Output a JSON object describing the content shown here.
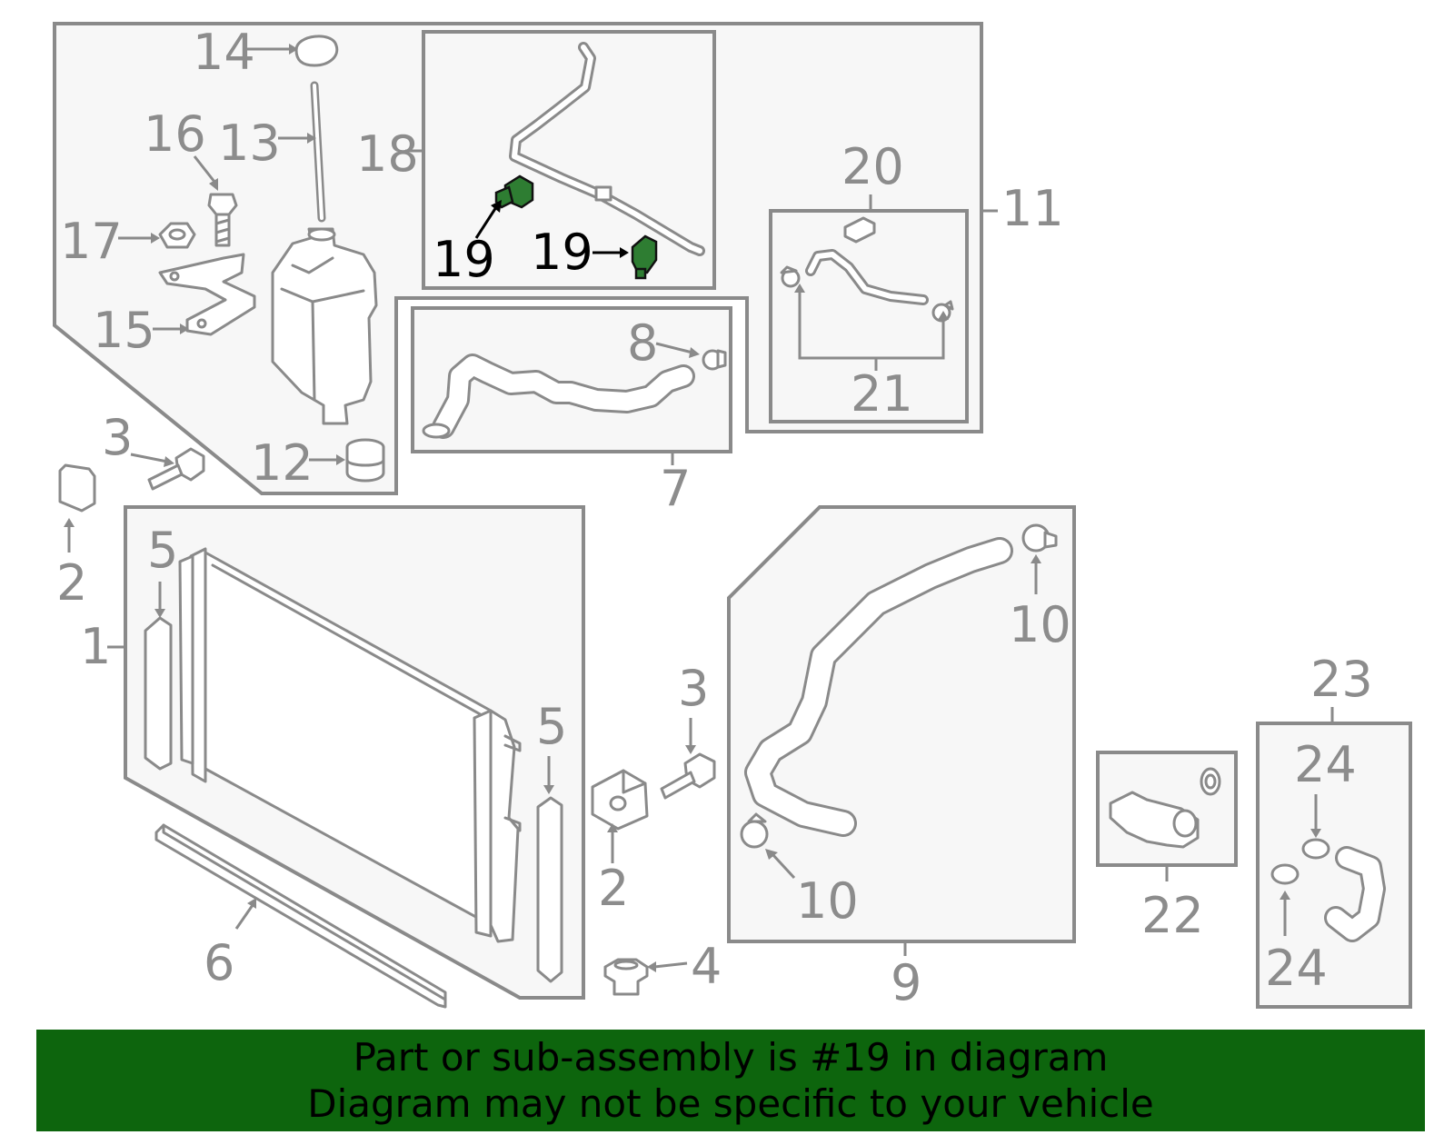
{
  "diagram": {
    "callouts": {
      "c1": "1",
      "c2a": "2",
      "c2b": "2",
      "c3a": "3",
      "c3b": "3",
      "c4": "4",
      "c5a": "5",
      "c5b": "5",
      "c6": "6",
      "c7": "7",
      "c8": "8",
      "c9": "9",
      "c10a": "10",
      "c10b": "10",
      "c11": "11",
      "c12": "12",
      "c13": "13",
      "c14": "14",
      "c15": "15",
      "c16": "16",
      "c17": "17",
      "c18": "18",
      "c19a": "19",
      "c19b": "19",
      "c20": "20",
      "c21": "21",
      "c22": "22",
      "c23": "23",
      "c24a": "24",
      "c24b": "24"
    },
    "highlighted_part": "19",
    "colors": {
      "highlight": "#2e7d32",
      "banner": "#0d650d",
      "line": "#8a8a8a"
    }
  },
  "banner": {
    "line1": "Part or sub-assembly is #19 in diagram",
    "line2": "Diagram may not be specific to your vehicle"
  }
}
